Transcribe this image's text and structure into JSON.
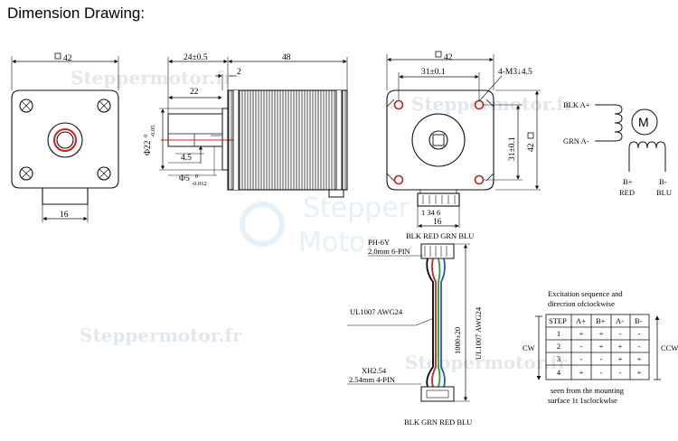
{
  "title": "Dimension Drawing:",
  "watermark": "Steppermotor.fr",
  "front_view": {
    "width_label": "42",
    "flange_label": "16"
  },
  "side_view": {
    "shaft_len": "24±0.5",
    "body_len": "48",
    "boss_len": "2",
    "flat_len": "22",
    "boss_dia": "Φ22",
    "boss_tol_top": "0",
    "boss_tol_bot": "-0.05",
    "flat_depth": "4.5",
    "shaft_dia": "Φ5",
    "shaft_tol_top": "0",
    "shaft_tol_bot": "-0.012"
  },
  "rear_view": {
    "width_label": "42",
    "hole_spacing": "31±0.1",
    "mount_holes": "4-M3↓4.5",
    "v_spacing": "31±0.1",
    "height_label": "42",
    "pin_numbers": "1 34 6",
    "conn_width": "16"
  },
  "wiring": {
    "wires_top": "BLK RED GRN BLU",
    "conn_top_type": "PH-6Y",
    "conn_top_desc": "2.0mm 6-PIN",
    "cable_type": "UL1007 AWG24",
    "cable_len": "1000±20",
    "cable_vert": "UL1007 AWG24",
    "conn_bot_type": "XH2.54",
    "conn_bot_desc": "2.54mm 4-PIN",
    "wires_bottom": "BLK GRN RED BLU",
    "colors": [
      "#000000",
      "#d81e1e",
      "#2aa02a",
      "#2457d0"
    ]
  },
  "schematic": {
    "a_plus": "BLK A+",
    "a_minus": "GRN A-",
    "motor": "M",
    "b_plus": "B+",
    "b_plus_color": "RED",
    "b_minus": "B-",
    "b_minus_color": "BLU"
  },
  "excitation": {
    "title1": "Excitation sequence and",
    "title2": "direcrion ofciockwise",
    "headers": [
      "STEP",
      "A+",
      "B+",
      "A-",
      "B-"
    ],
    "rows": [
      [
        "1",
        "+",
        "+",
        "-",
        "-"
      ],
      [
        "2",
        "-",
        "+",
        "+",
        "-"
      ],
      [
        "3",
        "-",
        "-",
        "+",
        "+"
      ],
      [
        "4",
        "+",
        "-",
        "-",
        "+"
      ]
    ],
    "cw": "CW",
    "ccw": "CCW",
    "note1": "seen from the mounting",
    "note2": "surface 1t 1sclockwlse"
  }
}
